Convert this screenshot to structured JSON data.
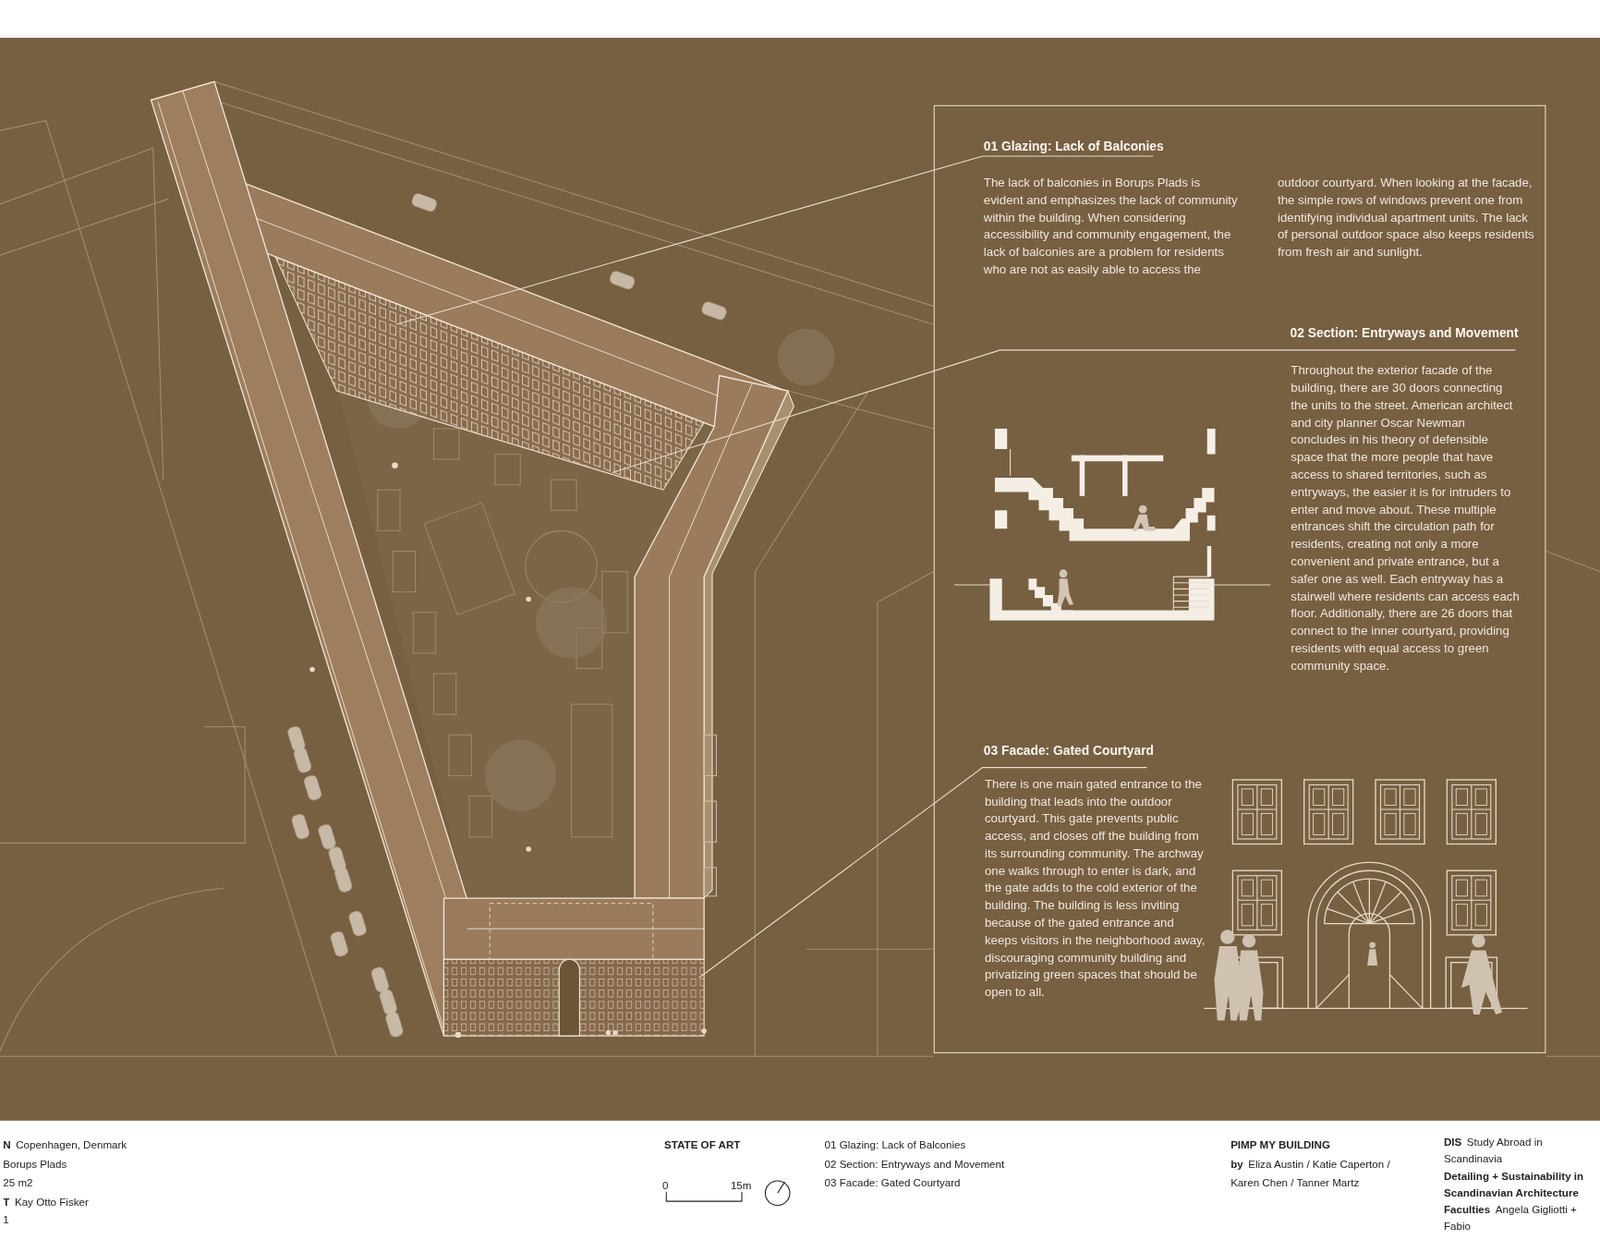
{
  "diagram": {
    "nodes": [
      {
        "text": [
          "01 Glazing: Lack of Balconies",
          "The lack of balconies in Borups Plads is evident and emphasizes the lack of community within the building. When considering accessibility and community engagement, the lack of balconies are a problem for residents who are not as easily able to access the outdoor courtyard. When looking at the facade, the simple rows of windows prevent one from identifying individual apartment units. The lack of personal outdoor space also keeps residents from fresh air and sunlight.",
          "02 Section: Entryways and Movement",
          "Throughout the exterior facade of the building, there are 30 doors connecting the units to the street. American architect and city planner Oscar Newman concludes in his theory of defensible space that the more people that have access to shared territories, such as entryways, the easier it is for intruders to enter and move about. These multiple entrances shift the circulation path for residents, creating not only a more convenient and private entrance, but a safer one as well. Each entryway has a stairwell where residents can access each floor. Additionally, there are 26 doors that connect to the inner courtyard, providing residents with equal access to green community space.",
          "03 Facade: Gated Courtyard",
          "There is one main gated entrance to the building that leads into the outdoor courtyard. This gate prevents public access, and closes off the building from its surrounding community. The archway one walks through to enter is dark, and the gate adds to the cold exterior of the building. The building is less inviting because of the gated entrance and keeps visitors in the neighborhood away, discouraging community building and privatizing green spaces that should be open to all."
        ]
      }
    ],
    "labels": [
      "N",
      "Copenhagen, Denmark",
      "Borups Plads",
      "25 m2",
      "T",
      "Kay Otto Fisker",
      "1",
      "STATE OF ART",
      "0",
      "15m",
      "01 Glazing: Lack of Balconies",
      "02 Section: Entryways and Movement",
      "03 Facade: Gated Courtyard",
      "PIMP MY BUILDING",
      "by",
      "Eliza Austin / Katie Caperton / Karen Chen / Tanner Martz",
      "DIS",
      "Study Abroad in Scandinavia",
      "Detailing + Sustainability in Scandinavian Architecture",
      "Faculties",
      "Angela Gigliotti + Fabio"
    ]
  }
}
